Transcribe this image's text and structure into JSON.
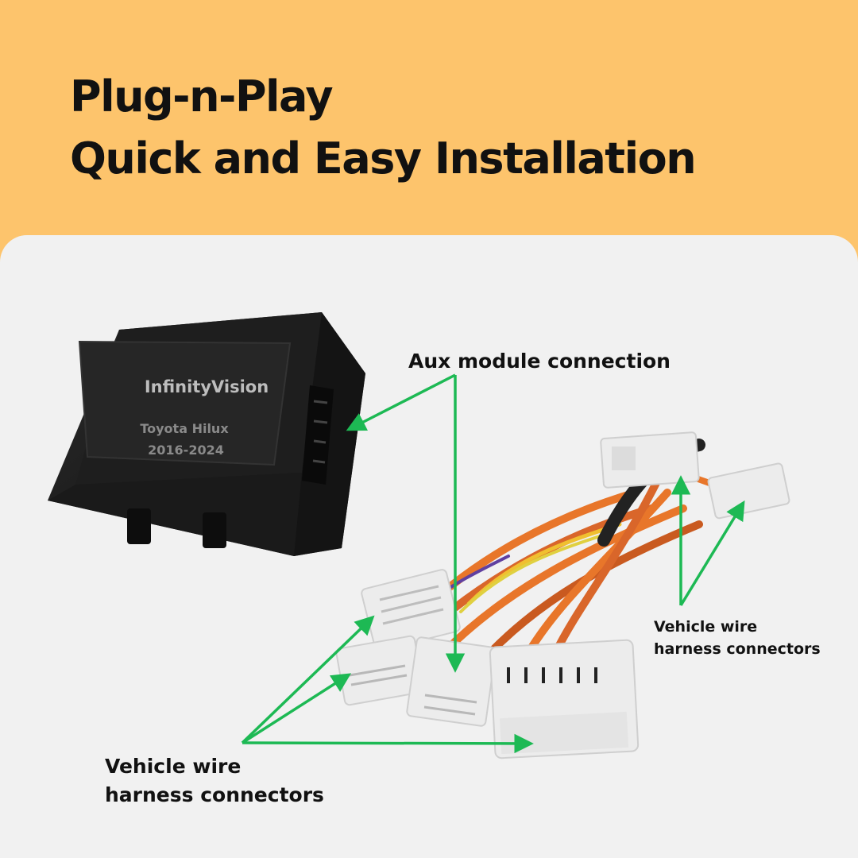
{
  "headline": {
    "line1": "Plug-n-Play",
    "line2": "Quick and Easy Installation"
  },
  "module": {
    "brand": "InfinityVision",
    "model": "Toyota Hilux",
    "years": "2016-2024"
  },
  "callouts": {
    "aux": "Aux module connection",
    "vehicle_right_line1": "Vehicle wire",
    "vehicle_right_line2": "harness connectors",
    "vehicle_left_line1": "Vehicle wire",
    "vehicle_left_line2": "harness connectors"
  },
  "colors": {
    "header_bg": "#fdc46c",
    "panel_bg": "#f1f1f1",
    "arrow": "#1db954",
    "module_body": "#1b1b1b",
    "connector": "#ececec",
    "wire_orange": "#e8762a"
  }
}
